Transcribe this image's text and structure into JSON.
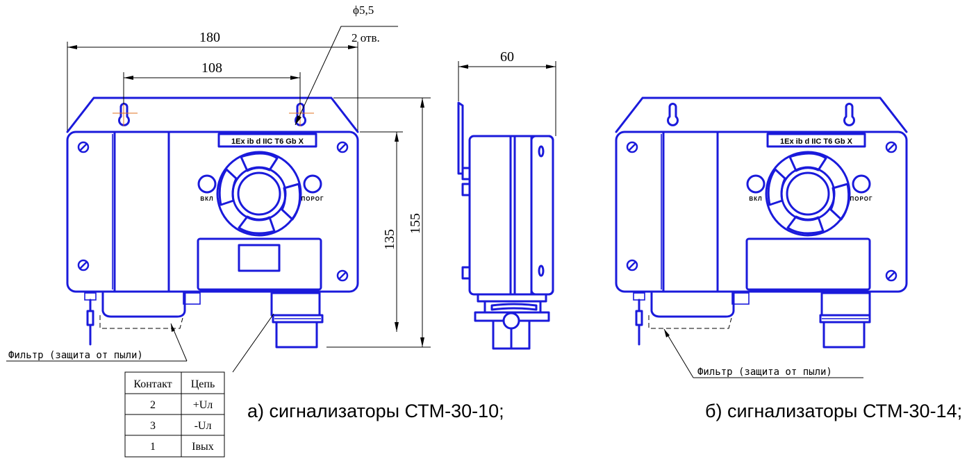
{
  "dimensions": {
    "width_total": "180",
    "hole_spacing": "108",
    "hole_diameter": "ϕ5,5",
    "hole_count": "2 отв.",
    "height_body": "135",
    "height_total": "155",
    "depth": "60"
  },
  "marking": "1Ex ib d IIC T6 Gb X",
  "indicators": {
    "power": "ВКЛ",
    "threshold": "ПОРОГ"
  },
  "leader_filter": "Фильтр (защита от пыли)",
  "pinout_table": {
    "headers": [
      "Контакт",
      "Цепь"
    ],
    "rows": [
      [
        "2",
        "+Uл"
      ],
      [
        "3",
        "-Uл"
      ],
      [
        "1",
        "Iвых"
      ]
    ]
  },
  "captions": {
    "variant_a": "а) сигнализаторы СТМ-30-10;",
    "variant_b": "б) сигнализаторы СТМ-30-14;"
  },
  "colors": {
    "outline": "#1a1adb",
    "dimension_lines": "#000000",
    "centerline": "#e07020"
  }
}
